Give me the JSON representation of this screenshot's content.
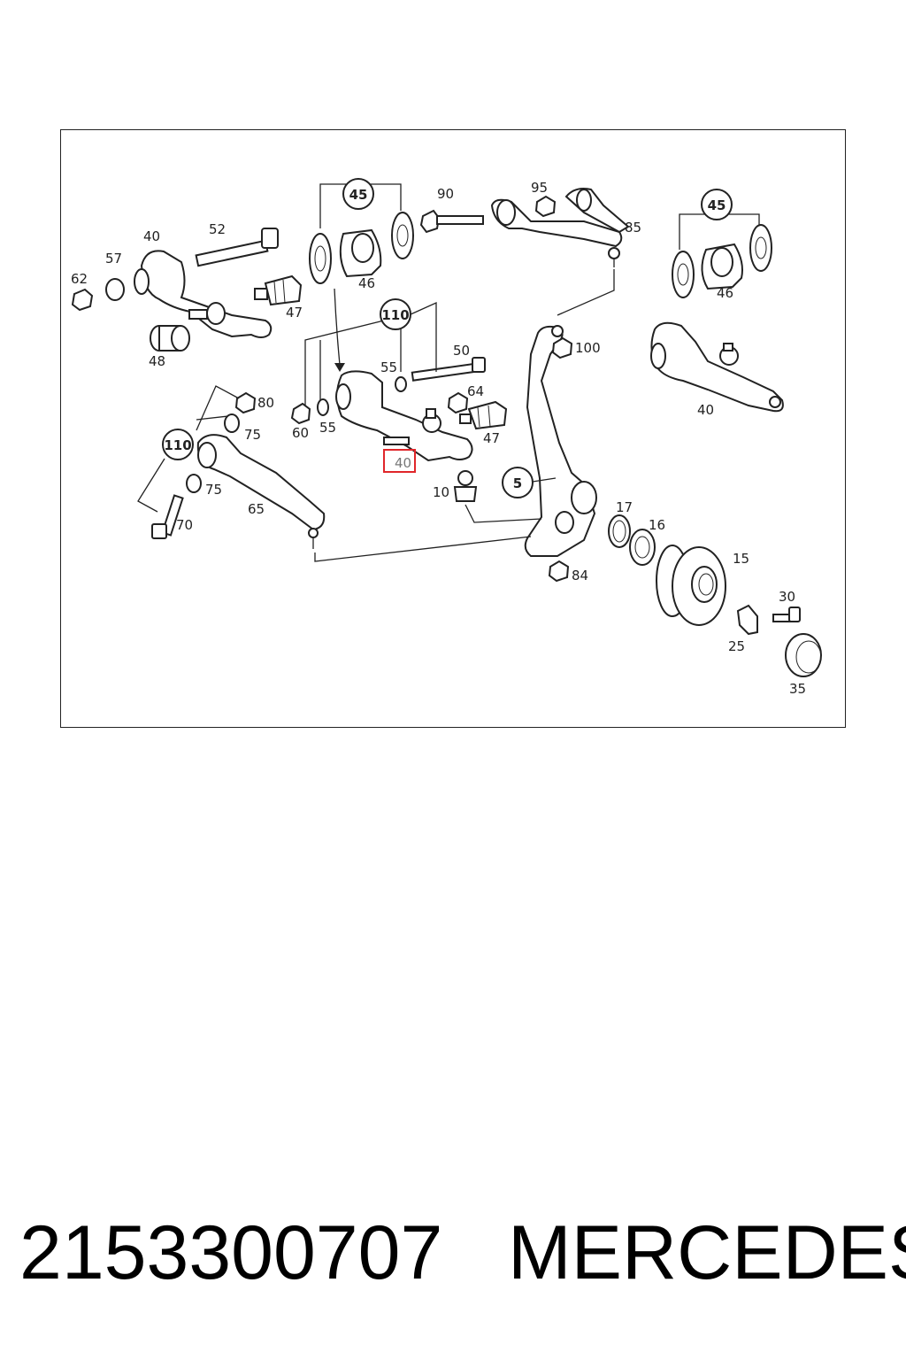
{
  "diagram": {
    "callouts": {
      "c45a": "45",
      "c45b": "45",
      "c110a": "110",
      "c110b": "110",
      "c5": "5"
    },
    "labels": {
      "l40a": "40",
      "l52": "52",
      "l57": "57",
      "l62": "62",
      "l48": "48",
      "l47a": "47",
      "l46a": "46",
      "l90": "90",
      "l95": "95",
      "l85": "85",
      "l46b": "46",
      "l55a": "55",
      "l50": "50",
      "l64": "64",
      "l47b": "47",
      "l60": "60",
      "l55b": "55",
      "l100": "100",
      "l40c": "40",
      "l80": "80",
      "l75a": "75",
      "l75b": "75",
      "l70": "70",
      "l65": "65",
      "l10": "10",
      "l17": "17",
      "l16": "16",
      "l15": "15",
      "l84": "84",
      "l30": "30",
      "l25": "25",
      "l35": "35"
    },
    "highlighted_label": "40",
    "highlight_color": "#e0262a"
  },
  "footer": {
    "part_number": "2153300707",
    "brand": "MERCEDES"
  }
}
